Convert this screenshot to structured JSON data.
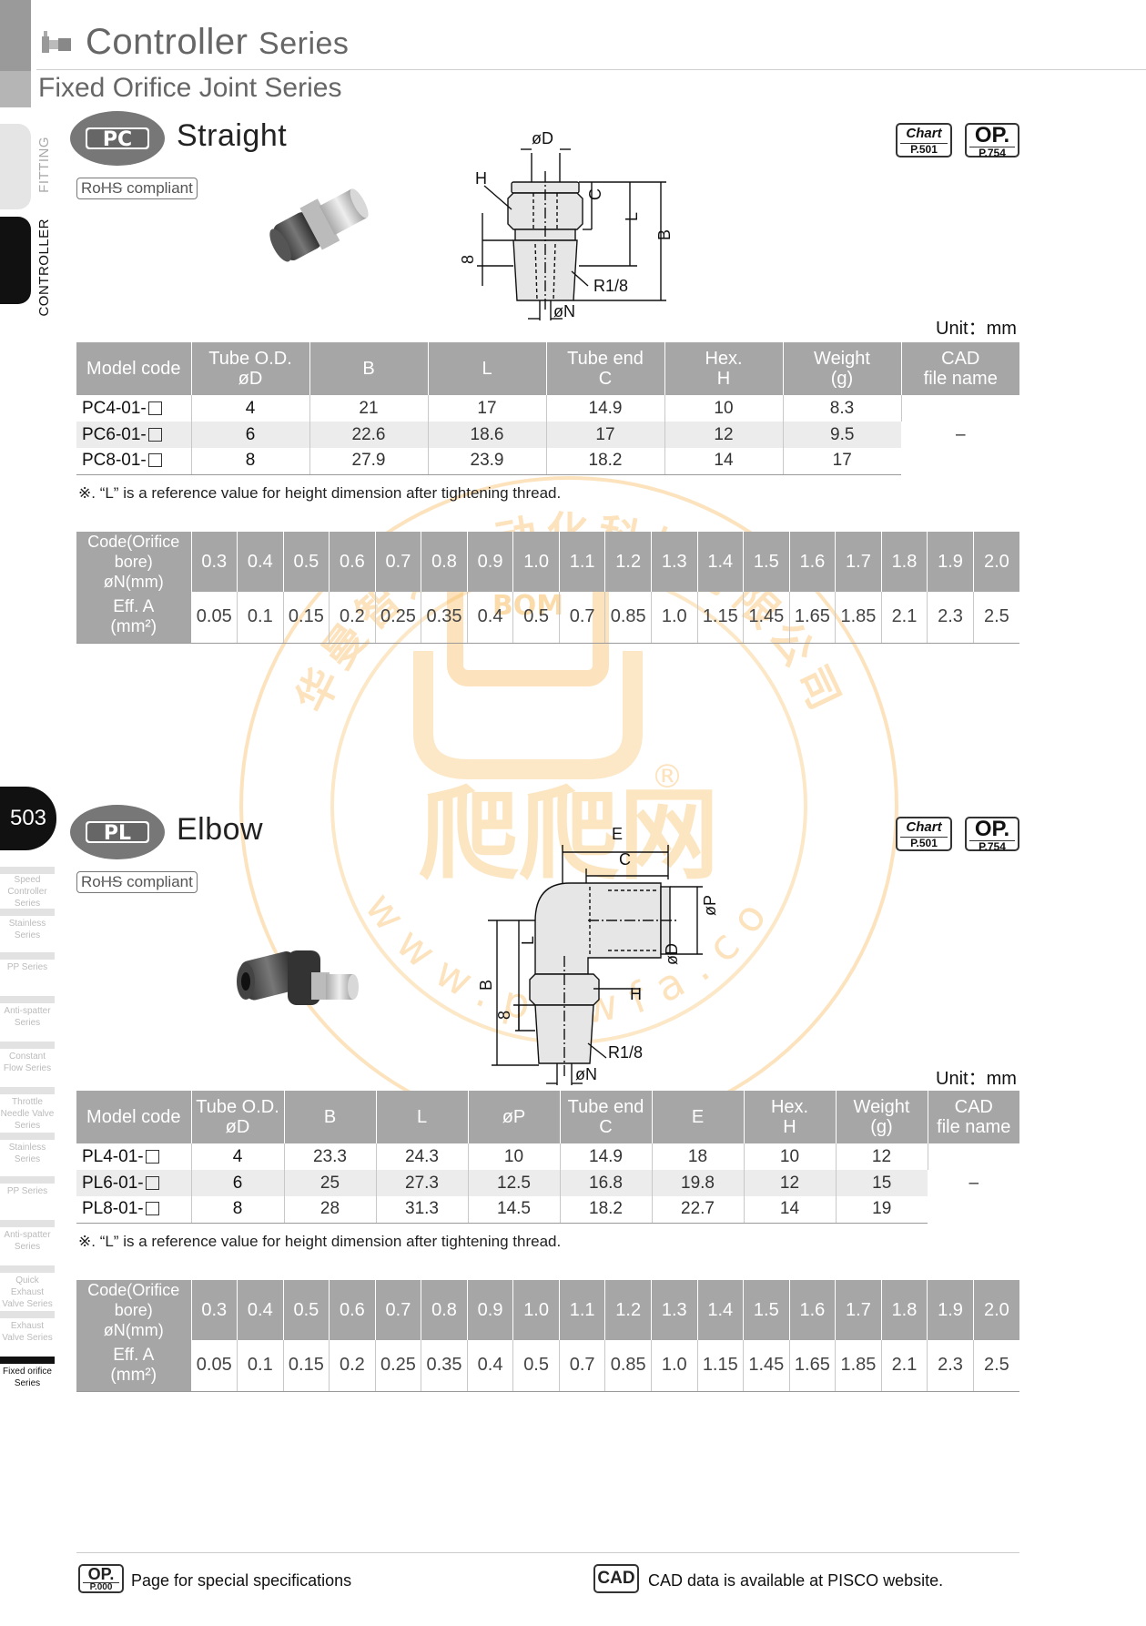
{
  "header": {
    "series_main": "Controller",
    "series_word": "Series",
    "subtitle": "Fixed Orifice Joint Series"
  },
  "side": {
    "tab_fitting": "FITTING",
    "tab_controller": "CONTROLLER",
    "page_number": "503",
    "series_nav": [
      "Speed Controller Series",
      "Stainless Series",
      "PP Series",
      "Anti-spatter Series",
      "Constant Flow Series",
      "Throttle Needle Valve Series",
      "Stainless Series",
      "PP Series",
      "Anti-spatter Series",
      "Quick Exhaust Valve Series",
      "Exhaust Valve Series",
      "Fixed orifice Series"
    ]
  },
  "straight": {
    "code": "PC",
    "name": "Straight",
    "rohs": "RoHS compliant",
    "rohs_ro": "Ro",
    "rohs_hs": "HS",
    "rohs_rest": " compliant",
    "chart_label": "Chart",
    "chart_page": "P.501",
    "op_label": "OP.",
    "op_page": "P.754",
    "drawing": {
      "od": "øD",
      "h": "H",
      "c": "C",
      "l": "L",
      "b": "B",
      "eight": "8",
      "thread": "R1/8",
      "on": "øN"
    },
    "unit": "Unit：mm",
    "columns": [
      [
        "Model code"
      ],
      [
        "Tube O.D.",
        "øD"
      ],
      [
        "B"
      ],
      [
        "L"
      ],
      [
        "Tube end",
        "C"
      ],
      [
        "Hex.",
        "H"
      ],
      [
        "Weight",
        "(g)"
      ],
      [
        "CAD",
        "file name"
      ]
    ],
    "rows": [
      {
        "model": "PC4-01-",
        "d": "4",
        "b": "21",
        "l": "17",
        "c": "14.9",
        "h": "10",
        "w": "8.3"
      },
      {
        "model": "PC6-01-",
        "d": "6",
        "b": "22.6",
        "l": "18.6",
        "c": "17",
        "h": "12",
        "w": "9.5"
      },
      {
        "model": "PC8-01-",
        "d": "8",
        "b": "27.9",
        "l": "23.9",
        "c": "18.2",
        "h": "14",
        "w": "17"
      }
    ],
    "cad": "–",
    "note": "※. “L” is a reference value for height dimension after tightening thread."
  },
  "elbow": {
    "code": "PL",
    "name": "Elbow",
    "rohs": "RoHS compliant",
    "rohs_ro": "Ro",
    "rohs_hs": "HS",
    "rohs_rest": " compliant",
    "chart_label": "Chart",
    "chart_page": "P.501",
    "op_label": "OP.",
    "op_page": "P.754",
    "drawing": {
      "e": "E",
      "c": "C",
      "op": "øP",
      "od": "øD",
      "l": "L",
      "b": "B",
      "h": "H",
      "eight": "8",
      "thread": "R1/8",
      "on": "øN"
    },
    "unit": "Unit：mm",
    "columns": [
      [
        "Model code"
      ],
      [
        "Tube O.D.",
        "øD"
      ],
      [
        "B"
      ],
      [
        "L"
      ],
      [
        "øP"
      ],
      [
        "Tube end",
        "C"
      ],
      [
        "E"
      ],
      [
        "Hex.",
        "H"
      ],
      [
        "Weight",
        "(g)"
      ],
      [
        "CAD",
        "file name"
      ]
    ],
    "rows": [
      {
        "model": "PL4-01-",
        "d": "4",
        "b": "23.3",
        "l": "24.3",
        "p": "10",
        "c": "14.9",
        "e": "18",
        "h": "10",
        "w": "12"
      },
      {
        "model": "PL6-01-",
        "d": "6",
        "b": "25",
        "l": "27.3",
        "p": "12.5",
        "c": "16.8",
        "e": "19.8",
        "h": "12",
        "w": "15"
      },
      {
        "model": "PL8-01-",
        "d": "8",
        "b": "28",
        "l": "31.3",
        "p": "14.5",
        "c": "18.2",
        "e": "22.7",
        "h": "14",
        "w": "19"
      }
    ],
    "cad": "–",
    "note": "※. “L” is a reference value for height dimension after tightening thread."
  },
  "orifice": {
    "code_label_1": "Code(Orifice bore)",
    "code_label_2": "øN(mm)",
    "eff_label_1": "Eff. A",
    "eff_label_2": "(mm²)",
    "codes": [
      "0.3",
      "0.4",
      "0.5",
      "0.6",
      "0.7",
      "0.8",
      "0.9",
      "1.0",
      "1.1",
      "1.2",
      "1.3",
      "1.4",
      "1.5",
      "1.6",
      "1.7",
      "1.8",
      "1.9",
      "2.0"
    ],
    "eff": [
      "0.05",
      "0.1",
      "0.15",
      "0.2",
      "0.25",
      "0.35",
      "0.4",
      "0.5",
      "0.7",
      "0.85",
      "1.0",
      "1.15",
      "1.45",
      "1.65",
      "1.85",
      "2.1",
      "2.3",
      "2.5"
    ]
  },
  "watermark": {
    "top_text": "华曼智通自动化科技有限公司",
    "logo": "BOM",
    "brand": "爬爬网",
    "registered": "®",
    "url": "www.ppwfa.com"
  },
  "footer": {
    "op_label": "OP.",
    "op_page": "P.000",
    "op_text": "Page for special specifications",
    "cad_label": "CAD",
    "cad_text": "CAD data is available at PISCO website."
  },
  "colors": {
    "header_gray": "#666666",
    "table_header": "#a6a6a6",
    "row_shade": "#ececec",
    "watermark": "#f5b041",
    "tab_active": "#111111"
  }
}
